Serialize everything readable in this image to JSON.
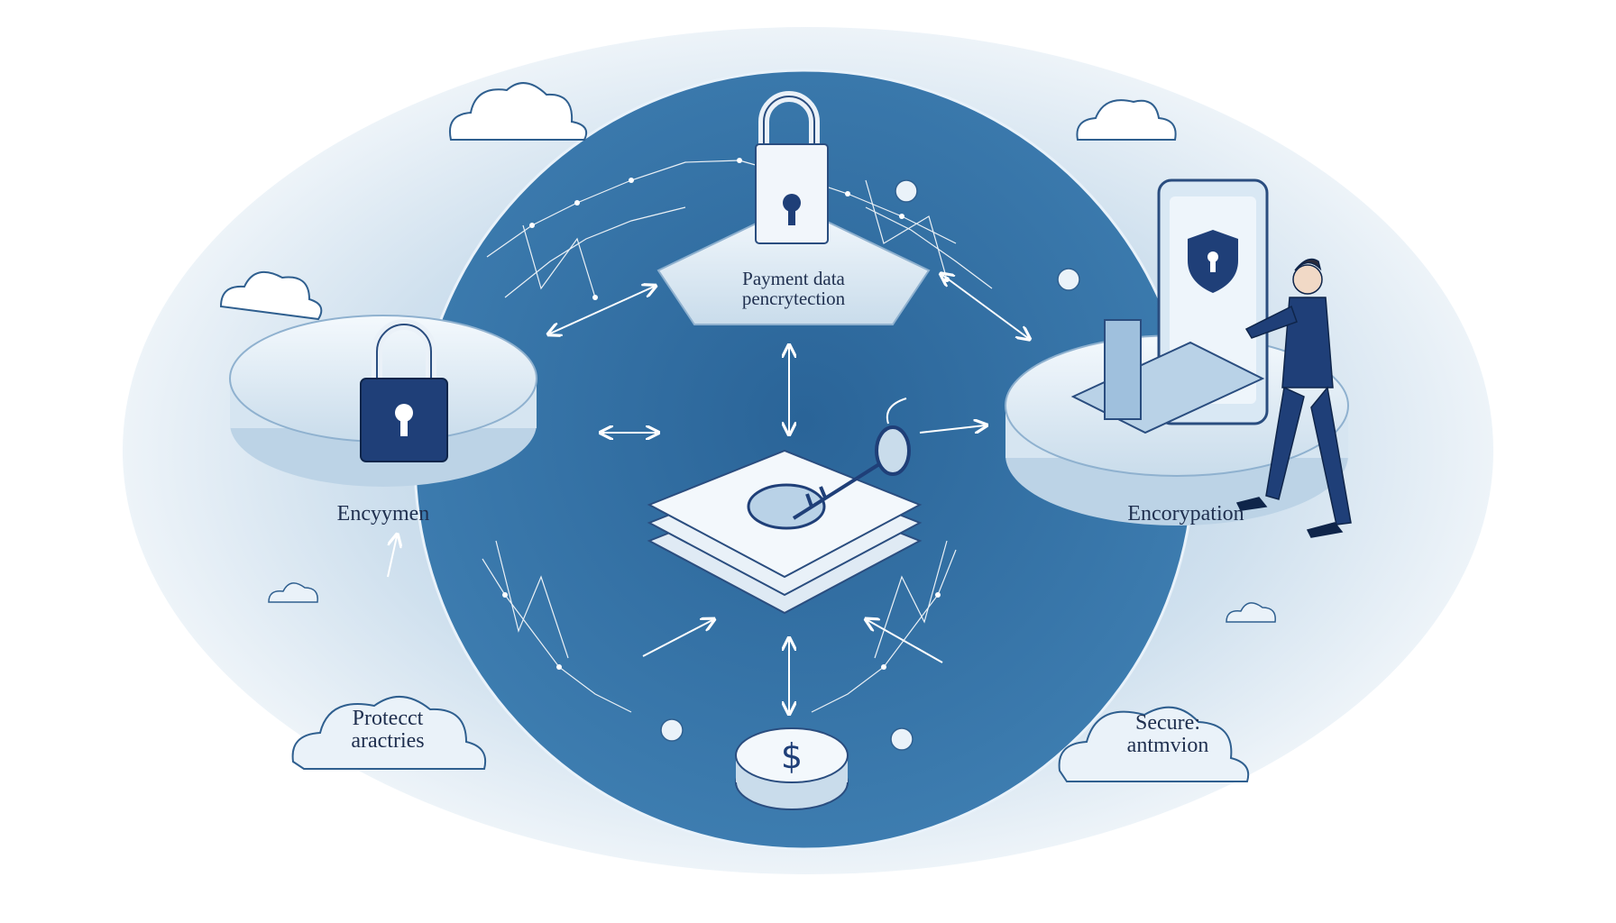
{
  "diagram": {
    "nodes": {
      "top": {
        "line1": "Payment data",
        "line2": "pencrytection"
      },
      "left": {
        "label": "Encyymen"
      },
      "right": {
        "label": "Encorypation"
      },
      "bottom_left_cloud": {
        "line1": "Protecct",
        "line2": "aractries"
      },
      "bottom_right_cloud": {
        "line1": "Secure:",
        "line2": "antmvion"
      }
    },
    "icons": [
      "padlock-icon",
      "money-stack-icon",
      "key-icon",
      "coin-dollar-icon",
      "smartphone-shield-icon",
      "person-icon",
      "cloud-icon",
      "network-icon"
    ],
    "colors": {
      "circle": "#2f6fa3",
      "background_haze": "#d8e6f2",
      "line": "#ffffff",
      "accent_dark": "#1f3f78",
      "text": "#1f2f4f"
    }
  }
}
